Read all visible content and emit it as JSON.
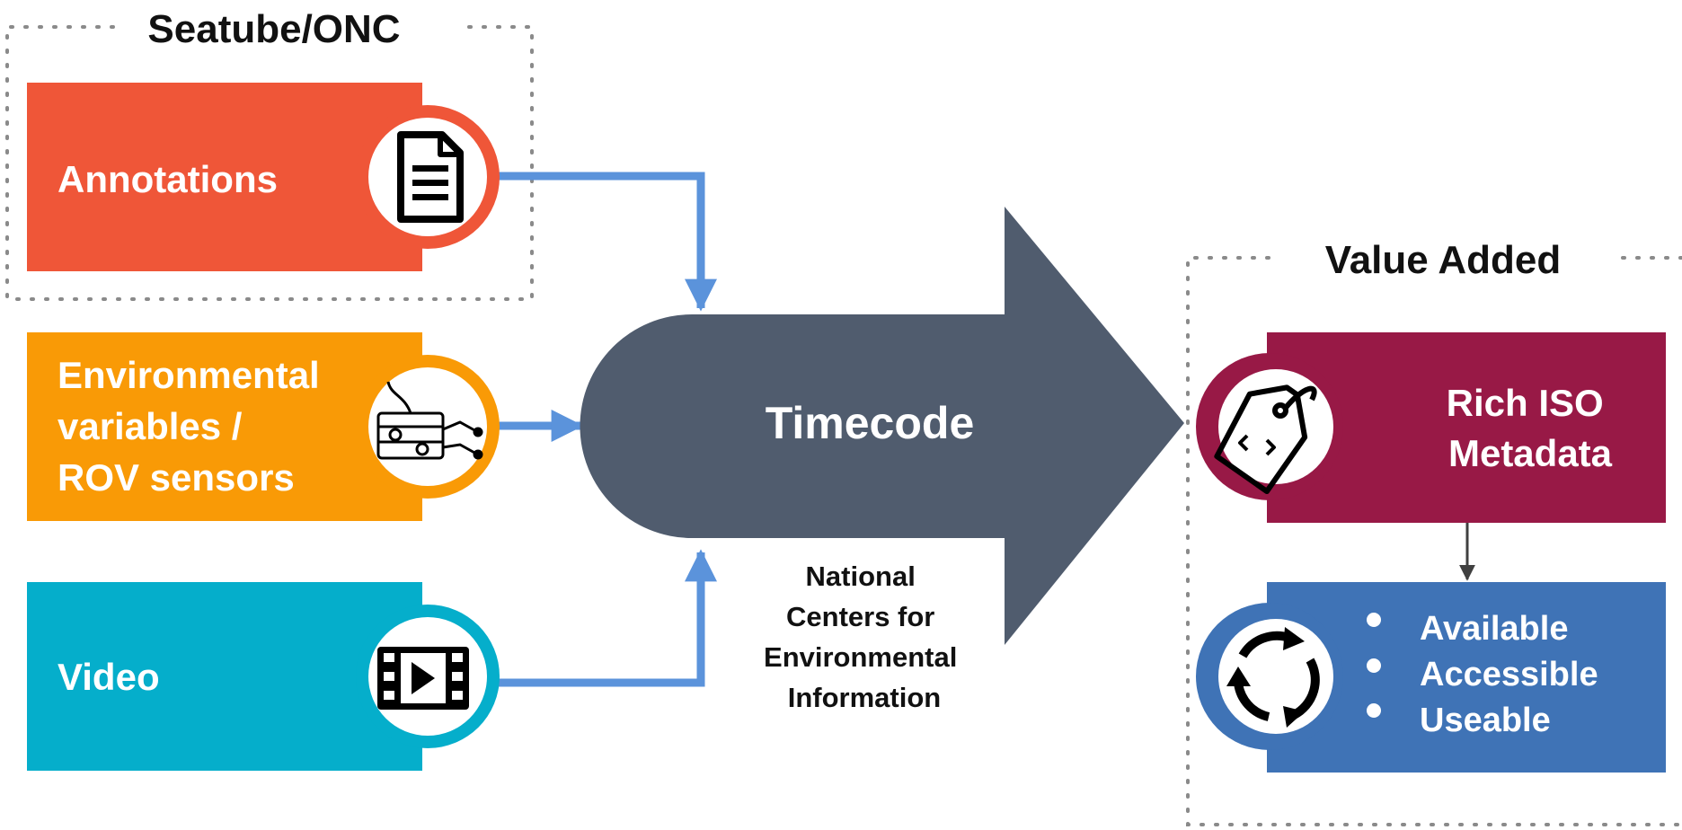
{
  "groups": {
    "source": {
      "title": "Seatube/ONC"
    },
    "value": {
      "title": "Value Added"
    }
  },
  "inputs": [
    {
      "label_lines": [
        "Annotations"
      ],
      "color": "#EF5638",
      "icon": "document-icon"
    },
    {
      "label_lines": [
        "Environmental",
        "variables /",
        "ROV sensors"
      ],
      "color": "#F99A06",
      "icon": "rov-icon"
    },
    {
      "label_lines": [
        "Video"
      ],
      "color": "#05AECB",
      "icon": "film-icon"
    }
  ],
  "center": {
    "title": "Timecode",
    "caption_lines": [
      "National",
      "Centers for",
      "Environmental",
      "Information"
    ],
    "color": "#505C6E"
  },
  "outputs": {
    "metadata": {
      "label_lines": [
        "Rich ISO",
        "Metadata"
      ],
      "color": "#981946",
      "icon": "tag-icon"
    },
    "fair": {
      "bullets": [
        "Available",
        "Accessible",
        "Useable"
      ],
      "color": "#3F73B6",
      "icon": "cycle-arrows-icon"
    }
  },
  "colors": {
    "connector": "#5B93DB",
    "dotted_border": "#8A8A8A",
    "down_arrow": "#404040"
  }
}
